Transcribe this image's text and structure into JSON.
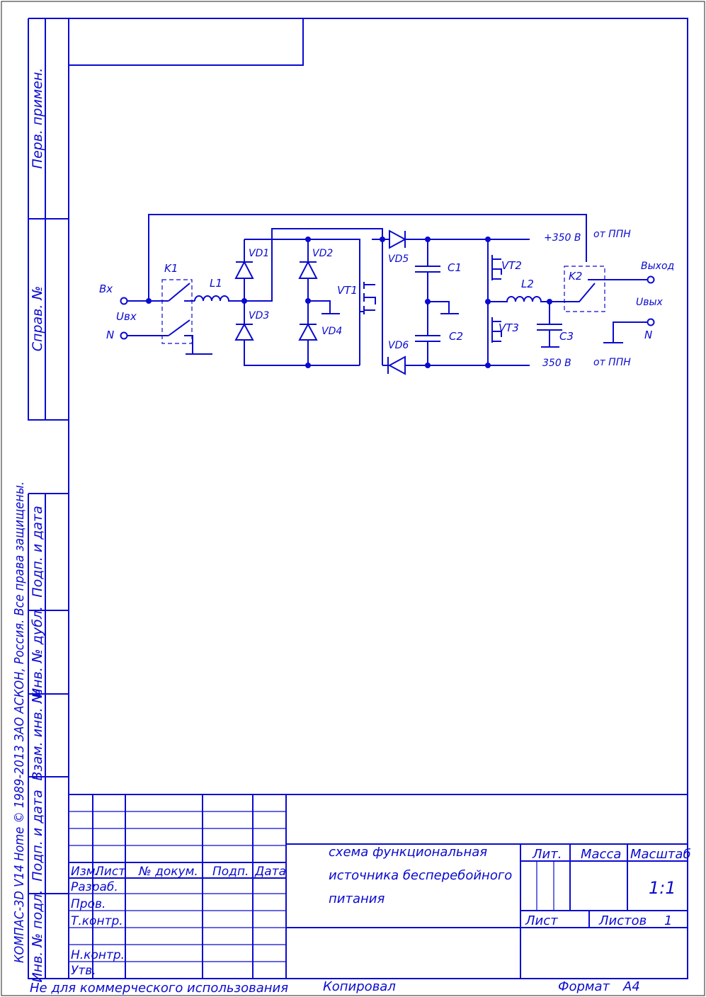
{
  "side_labels": {
    "perv_primen": "Перв. примен.",
    "sprav_no": "Справ. №",
    "podp_data_1": "Подп. и дата",
    "inv_dubl": "Инв. № дубл.",
    "vzam_inv": "Взам. инв. №",
    "podp_data_2": "Подп. и дата",
    "inv_podl": "Инв. № подл.",
    "copyright": "КОМПАС-3D V14 Home © 1989-2013 ЗАО АСКОН, Россия. Все права защищены."
  },
  "schematic": {
    "input_label": "Вх",
    "uin_label": "Uвх",
    "n_in_label": "N",
    "k1": "K1",
    "l1": "L1",
    "vd1": "VD1",
    "vd2": "VD2",
    "vd3": "VD3",
    "vd4": "VD4",
    "vt1": "VT1",
    "vd5": "VD5",
    "vd6": "VD6",
    "c1": "C1",
    "c2": "C2",
    "vt2": "VT2",
    "vt3": "VT3",
    "l2": "L2",
    "c3": "C3",
    "k2": "K2",
    "plus350": "+350 В",
    "minus350": "350 В",
    "ot_ppn_top": "от ППН",
    "ot_ppn_bottom": "от ППН",
    "output_label": "Выход",
    "uout_label": "Uвых",
    "n_out_label": "N"
  },
  "title_block": {
    "hdr_izm": "Изм.",
    "hdr_list": "Лист",
    "hdr_doc": "№ докум.",
    "hdr_podp": "Подп.",
    "hdr_data": "Дата",
    "razrab": "Разраб.",
    "prov": "Пров.",
    "tkontr": "Т.контр.",
    "nkontr": "Н.контр.",
    "utv": "Утв.",
    "title_line1": "схема функциональная",
    "title_line2": "источника бесперебойного",
    "title_line3": "питания",
    "lit": "Лит.",
    "massa": "Масса",
    "masshtab": "Масштаб",
    "scale_value": "1:1",
    "list_label": "Лист",
    "listov_label": "Листов",
    "listov_value": "1"
  },
  "footer": {
    "not_commercial": "Не для коммерческого использования",
    "copied": "Копировал",
    "format_label": "Формат",
    "format_value": "А4"
  }
}
